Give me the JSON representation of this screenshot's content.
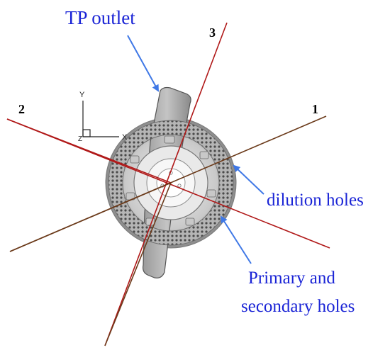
{
  "labels": {
    "tp_outlet": "TP outlet",
    "dilution_holes": "dilution holes",
    "primary_line1": "Primary and",
    "primary_line2": "secondary holes",
    "plane_1": "1",
    "plane_2": "2",
    "plane_3": "3",
    "axis_y": "Y",
    "axis_x": "X",
    "axis_z": "Z"
  },
  "colors": {
    "label_blue": "#1a24d6",
    "arrow_blue": "#3f78e6",
    "plane_red": "#b01818",
    "plane_brown": "#6b3a1a",
    "casing_gray": "#8c8c8c"
  }
}
